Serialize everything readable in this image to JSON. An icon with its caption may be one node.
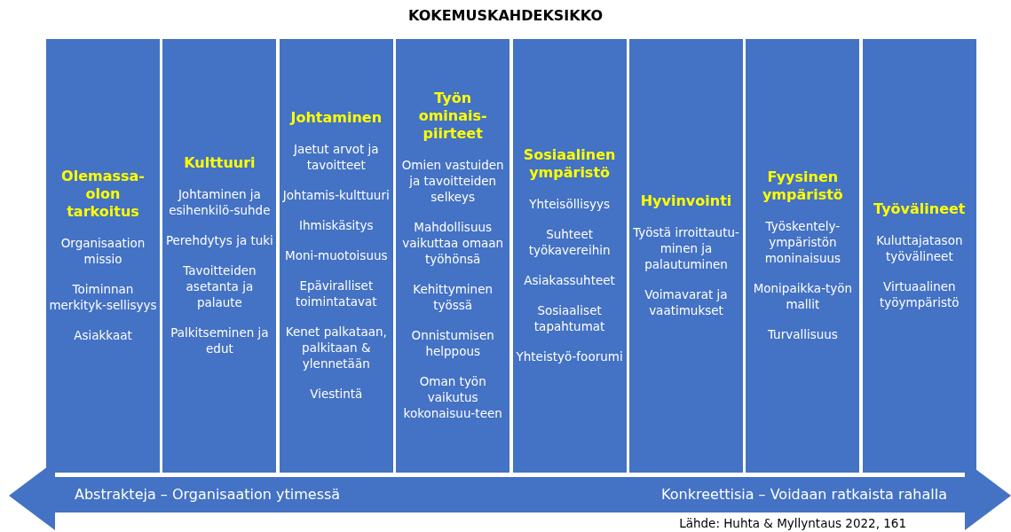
{
  "diagram": {
    "title": "KOKEMUSKAHDEKSIKKO",
    "nodes": [
      {
        "text": [
          "Olemassa-olon tarkoitus",
          "Organisaation missio",
          "Toiminnan merkityk-sellisyys",
          "Asiakkaat"
        ]
      },
      {
        "text": [
          "Kulttuuri",
          "Johtaminen ja esihenkilö-suhde",
          "Perehdytys ja tuki",
          "Tavoitteiden asetanta ja palaute",
          "Palkitseminen ja edut"
        ]
      },
      {
        "text": [
          "Johtaminen",
          "Jaetut arvot ja tavoitteet",
          "Johtamis-kulttuuri",
          "Ihmiskäsitys",
          "Moni-muotoisuus",
          "Epäviralliset toimintatavat",
          "Kenet palkataan, palkitaan & ylennetään",
          "Viestintä"
        ]
      },
      {
        "text": [
          "Työn ominais-piirteet",
          "Omien vastuiden ja tavoitteiden selkeys",
          "Mahdollisuus vaikuttaa omaan työhönsä",
          "Kehittyminen työssä",
          "Onnistumisen helppous",
          "Oman työn vaikutus kokonaisuu-teen"
        ]
      },
      {
        "text": [
          "Sosiaalinen ympäristö",
          "Yhteisöllisyys",
          "Suhteet työkavereihin",
          "Asiakassuhteet",
          "Sosiaaliset tapahtumat",
          "Yhteistyö-foorumi"
        ]
      },
      {
        "text": [
          "Hyvinvointi",
          "Työstä irroittautu-minen ja palautuminen",
          "Voimavarat ja vaatimukset"
        ]
      },
      {
        "text": [
          "Fyysinen ympäristö",
          "Työskentely-ympäristön moninaisuus",
          "Monipaikka-työn mallit",
          "Turvallisuus"
        ]
      },
      {
        "text": [
          "Työvälineet",
          "Kuluttajatason työvälineet",
          "Virtuaalinen työympäristö"
        ]
      },
      {
        "text": [
          "Abstrakteja – Organisaation ytimessä",
          "Konkreettisia – Voidaan ratkaista rahalla"
        ]
      }
    ],
    "caption": "Lähde: Huhta & Myllyntaus 2022, 161"
  }
}
